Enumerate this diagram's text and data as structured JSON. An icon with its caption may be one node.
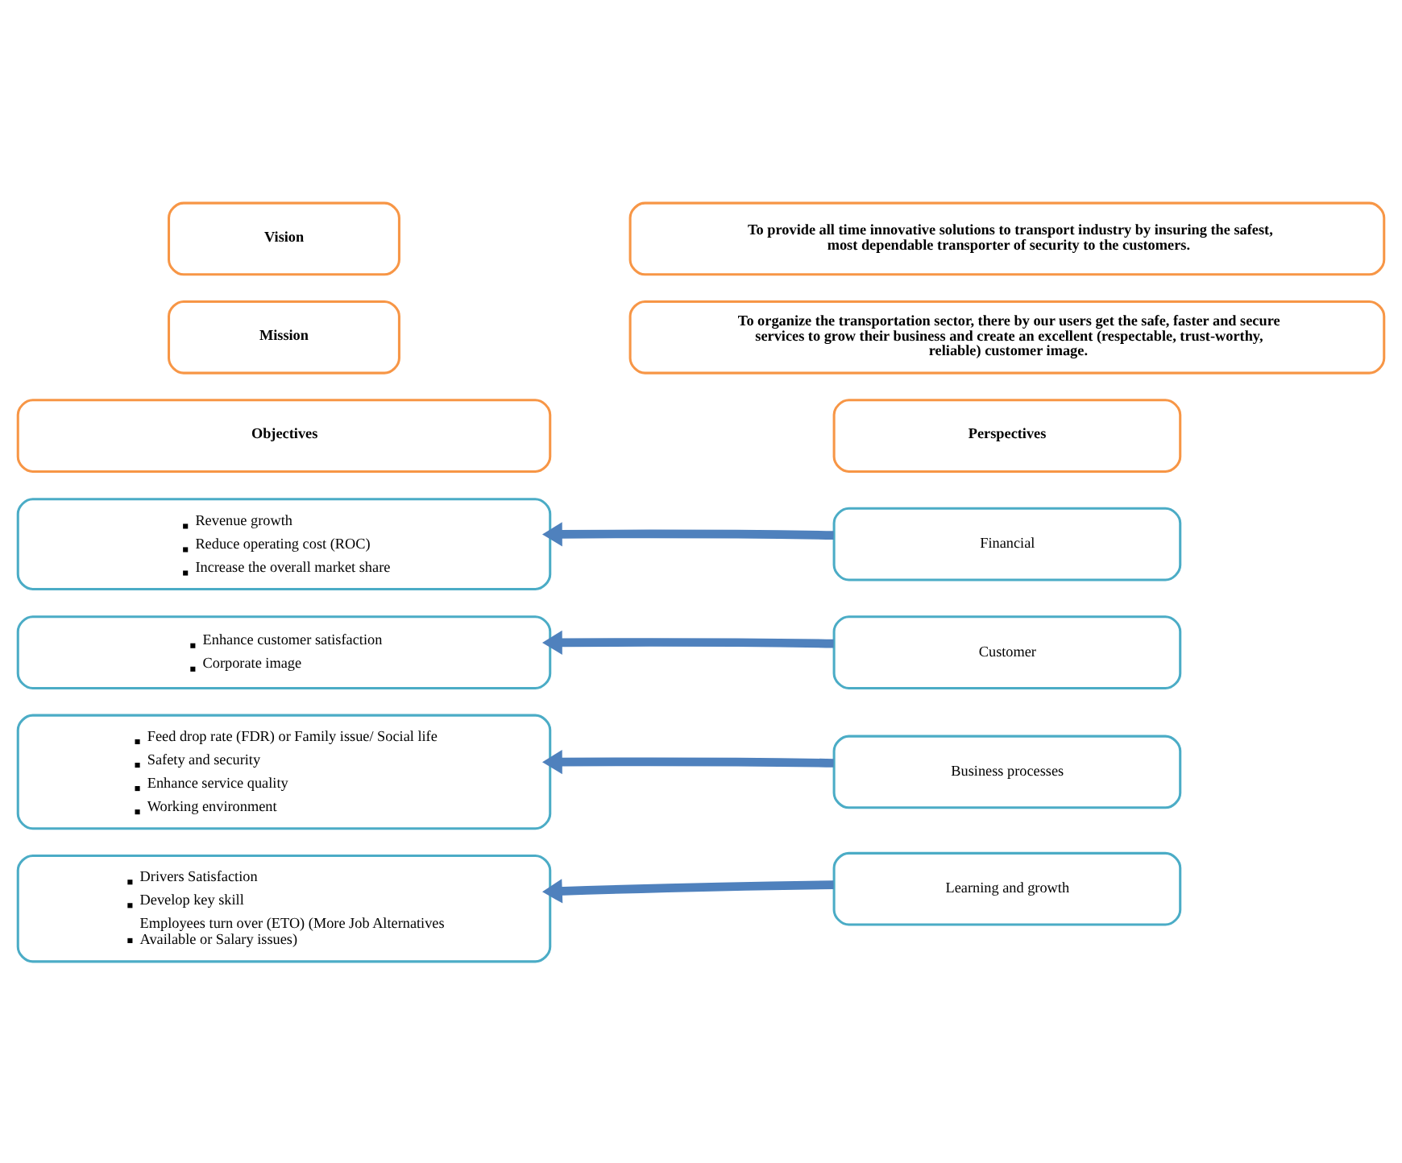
{
  "diagram": {
    "nodes": [
      {
        "text": [
          "Vision"
        ]
      },
      {
        "text": [
          "To provide all time innovative solutions to transport industry by insuring the safest, most dependable transporter of security to the customers."
        ]
      },
      {
        "text": [
          "Mission"
        ]
      },
      {
        "text": [
          "To organize the transportation sector, there by our users get the safe, faster and secure services to grow their business and create an excellent (respectable, trust-worthy, reliable) customer image."
        ]
      },
      {
        "text": [
          "Objectives"
        ]
      },
      {
        "text": [
          "Perspectives"
        ]
      },
      {
        "text": [
          "Revenue growth",
          "Reduce operating cost (ROC)",
          "Increase the overall market share"
        ]
      },
      {
        "text": [
          "Financial"
        ]
      },
      {
        "text": [
          "Enhance customer satisfaction",
          "Corporate image"
        ]
      },
      {
        "text": [
          "Customer"
        ]
      },
      {
        "text": [
          "Feed drop rate (FDR) or Family issue/ Social life",
          "Safety and security",
          "Enhance service quality",
          "Working environment"
        ]
      },
      {
        "text": [
          "Business processes"
        ]
      },
      {
        "text": [
          "Drivers Satisfaction",
          "Develop key skill",
          "Employees turn over (ETO) (More Job Alternatives Available or Salary issues)"
        ]
      },
      {
        "text": [
          "Learning and growth"
        ]
      }
    ],
    "edges": [
      {
        "from": 7,
        "to": 6,
        "arrow": "to"
      },
      {
        "from": 9,
        "to": 8,
        "arrow": "to"
      },
      {
        "from": 11,
        "to": 10,
        "arrow": "to"
      },
      {
        "from": 13,
        "to": 12,
        "arrow": "to"
      }
    ]
  }
}
